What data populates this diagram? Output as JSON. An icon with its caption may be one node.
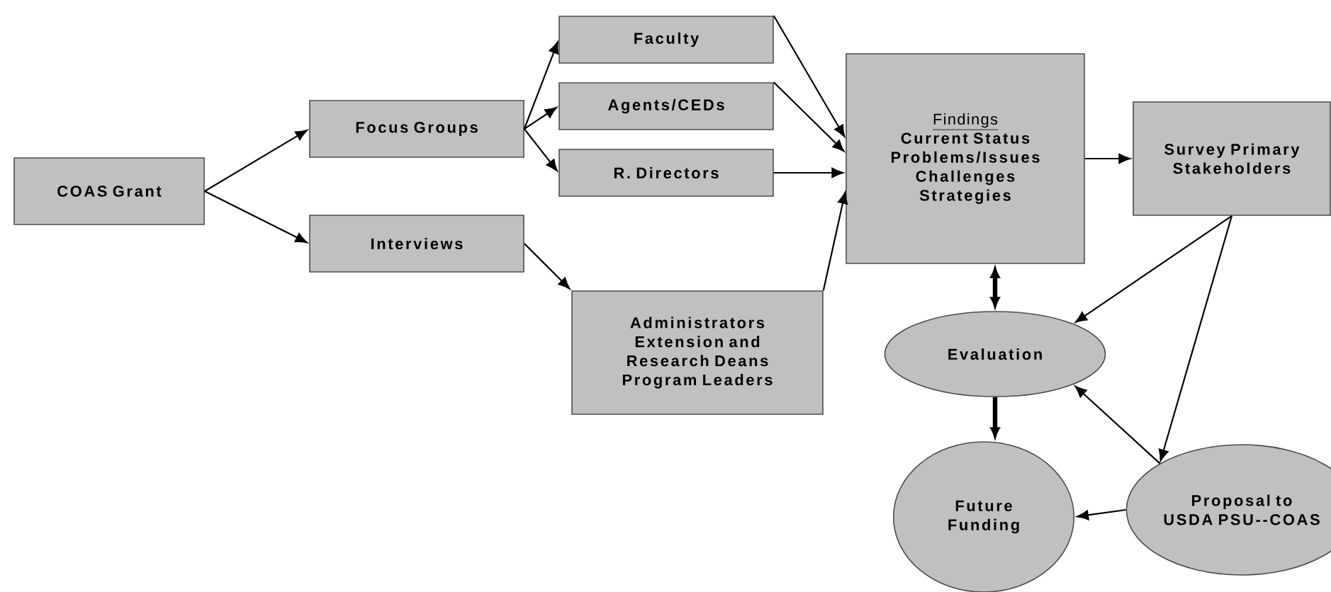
{
  "diagram": {
    "nodes": [
      {
        "text": [
          "COAS Grant"
        ]
      },
      {
        "text": [
          "Focus Groups"
        ]
      },
      {
        "text": [
          "Interviews"
        ]
      },
      {
        "text": [
          "Faculty"
        ]
      },
      {
        "text": [
          "Agents/CEDs"
        ]
      },
      {
        "text": [
          "R. Directors"
        ]
      },
      {
        "text": [
          "Administrators Extension and Research Deans Program Leaders"
        ]
      },
      {
        "text": [
          "Findings",
          "Current Status Problems/Issues Challenges Strategies"
        ]
      },
      {
        "text": [
          "Survey Primary Stakeholders"
        ]
      },
      {
        "text": [
          "Evaluation"
        ]
      },
      {
        "text": [
          "Future Funding"
        ]
      },
      {
        "text": [
          "Proposal to USDA PSU--COAS"
        ]
      }
    ],
    "edges": [
      {
        "from": 0,
        "to": 1,
        "arrow": "to"
      },
      {
        "from": 0,
        "to": 2,
        "arrow": "to"
      },
      {
        "from": 1,
        "to": 3,
        "arrow": "to"
      },
      {
        "from": 1,
        "to": 4,
        "arrow": "to"
      },
      {
        "from": 1,
        "to": 5,
        "arrow": "to"
      },
      {
        "from": 2,
        "to": 6,
        "arrow": "to"
      },
      {
        "from": 3,
        "to": 7,
        "arrow": "to"
      },
      {
        "from": 4,
        "to": 7,
        "arrow": "to"
      },
      {
        "from": 5,
        "to": 7,
        "arrow": "to"
      },
      {
        "from": 6,
        "to": 7,
        "arrow": "to"
      },
      {
        "from": 7,
        "to": 8,
        "arrow": "to"
      },
      {
        "from": 7,
        "to": 9,
        "arrow": "both",
        "style": "thick"
      },
      {
        "from": 8,
        "to": 9,
        "arrow": "to"
      },
      {
        "from": 8,
        "to": 11,
        "arrow": "to"
      },
      {
        "from": 9,
        "to": 10,
        "arrow": "to",
        "style": "thick"
      },
      {
        "from": 11,
        "to": 9,
        "arrow": "to"
      },
      {
        "from": 11,
        "to": 10,
        "arrow": "to"
      }
    ]
  }
}
